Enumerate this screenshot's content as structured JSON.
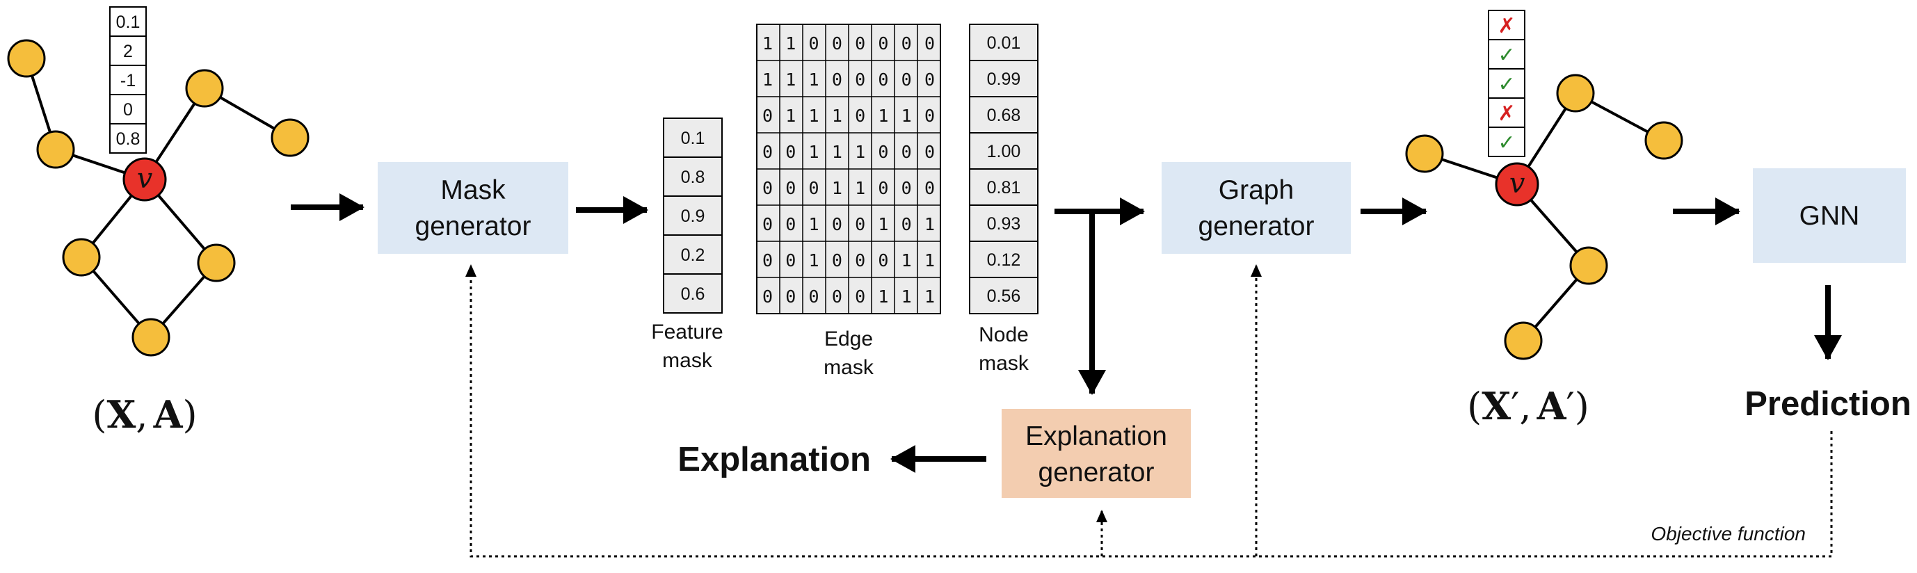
{
  "input_graph": {
    "feature_vector": [
      "0.1",
      "2",
      "-1",
      "0",
      "0.8"
    ],
    "target_node_label": "v",
    "caption": {
      "open": "(",
      "X": "X",
      "comma": ",",
      "A": "A",
      "close": ")"
    }
  },
  "mask_generator": {
    "line1": "Mask",
    "line2": "generator"
  },
  "feature_mask": {
    "values": [
      "0.1",
      "0.8",
      "0.9",
      "0.2",
      "0.6"
    ],
    "label_line1": "Feature",
    "label_line2": "mask"
  },
  "edge_mask": {
    "rows": [
      "1 1 0 0 0 0 0 0",
      "1 1 1 0 0 0 0 0",
      "0 1 1 1 0 1 1 0",
      "0 0 1 1 1 0 0 0",
      "0 0 0 1 1 0 0 0",
      "0 0 1 0 0 1 0 1",
      "0 0 1 0 0 0 1 1",
      "0 0 0 0 0 1 1 1"
    ],
    "label_line1": "Edge",
    "label_line2": "mask"
  },
  "node_mask": {
    "values": [
      "0.01",
      "0.99",
      "0.68",
      "1.00",
      "0.81",
      "0.93",
      "0.12",
      "0.56"
    ],
    "label_line1": "Node",
    "label_line2": "mask"
  },
  "graph_generator": {
    "line1": "Graph",
    "line2": "generator"
  },
  "explanation_generator": {
    "line1": "Explanation",
    "line2": "generator"
  },
  "explanation_output": "Explanation",
  "output_graph": {
    "feature_marks": [
      "✗",
      "✓",
      "✓",
      "✗",
      "✓"
    ],
    "target_node_label": "v",
    "caption": {
      "open": "(",
      "X": "X",
      "prime1": "′",
      "comma": ",",
      "A": "A",
      "prime2": "′",
      "close": ")"
    }
  },
  "gnn": {
    "label": "GNN"
  },
  "prediction": "Prediction",
  "objective_function": "Objective function",
  "colors": {
    "node_fill": "#F5BE3C",
    "target_node_fill": "#E8322A",
    "process_box": "#DDE8F4",
    "explanation_box": "#F3CDB0",
    "matrix_cell": "#ECECEC",
    "cross": "#D62020",
    "check": "#2E8B2E"
  }
}
